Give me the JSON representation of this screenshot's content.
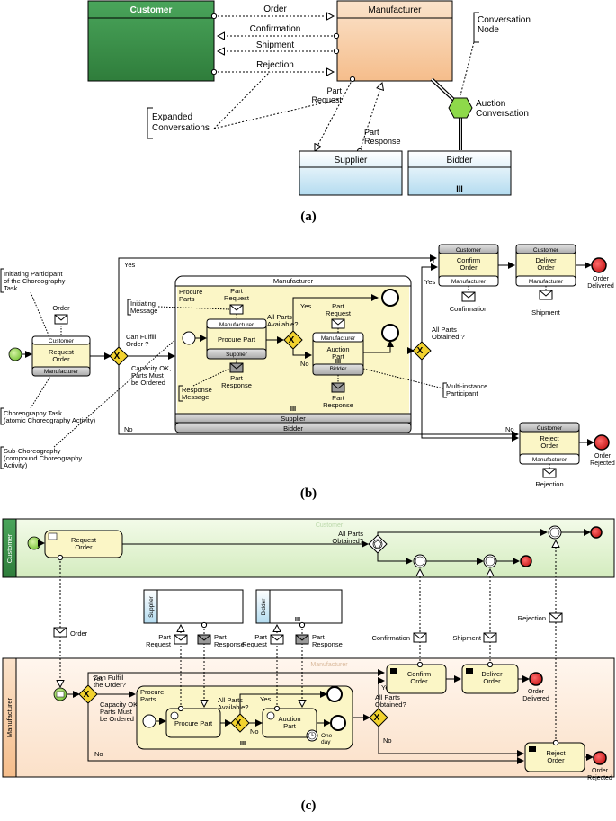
{
  "panel_a": {
    "caption": "(a)",
    "participants": {
      "customer": "Customer",
      "manufacturer": "Manufacturer",
      "supplier": "Supplier",
      "bidder": "Bidder"
    },
    "links": {
      "order": "Order",
      "confirmation": "Confirmation",
      "shipment": "Shipment",
      "rejection": "Rejection",
      "part_request": [
        "Part",
        "Request"
      ],
      "part_response": [
        "Part",
        "Response"
      ]
    },
    "annotations": {
      "conversation_node": [
        "Conversation",
        "Node"
      ],
      "auction_conversation": [
        "Auction",
        "Conversation"
      ],
      "expanded_conversations": [
        "Expanded",
        "Conversations"
      ]
    },
    "multi_instance": "III"
  },
  "panel_b": {
    "caption": "(b)",
    "annotations": {
      "initiating_participant": [
        "Initiating Participant",
        "of the Choreography",
        "Task"
      ],
      "initiating_message": [
        "Initiating",
        "Message"
      ],
      "choreography_task": [
        "Choreography Task",
        "(atomic Choreography Activity)"
      ],
      "sub_choreography": [
        "Sub-Choreography",
        "(compound Choreography",
        "Activity)"
      ],
      "response_message": [
        "Response",
        "Message"
      ],
      "multi_instance_participant": [
        "Multi-instance",
        "Participant"
      ]
    },
    "request_order": {
      "top": "Customer",
      "name": [
        "Request",
        "Order"
      ],
      "bottom": "Manufacturer",
      "msg": "Order"
    },
    "gateway_labels": {
      "can_fulfill": [
        "Can Fulfill",
        "Order ?"
      ],
      "capacity_ok": [
        "Capacity OK,",
        "Parts Must",
        "be Ordered"
      ],
      "yes": "Yes",
      "no": "No"
    },
    "sub": {
      "title": "Manufacturer",
      "procure_parts": [
        "Procure",
        "Parts"
      ],
      "bands": [
        "Supplier",
        "Bidder"
      ],
      "mi": "III"
    },
    "procure_part": {
      "top": "Manufacturer",
      "name": "Procure Part",
      "bottom": "Supplier",
      "msg_in": [
        "Part",
        "Request"
      ],
      "msg_out": [
        "Part",
        "Response"
      ]
    },
    "all_parts_available": [
      "All Parts",
      "Available?"
    ],
    "auction_part": {
      "top": "Manufacturer",
      "name": [
        "Auction",
        "Part"
      ],
      "bottom": "Bidder",
      "mi": "III",
      "msg_in": [
        "Part",
        "Request"
      ],
      "msg_out": [
        "Part",
        "Response"
      ]
    },
    "all_parts_obtained": [
      "All Parts",
      "Obtained ?"
    ],
    "confirm_order": {
      "top": "Customer",
      "name": [
        "Confirm",
        "Order"
      ],
      "bottom": "Manufacturer",
      "msg": "Confirmation"
    },
    "deliver_order": {
      "top": "Customer",
      "name": [
        "Deliver",
        "Order"
      ],
      "bottom": "Manufacturer",
      "msg": "Shipment"
    },
    "reject_order": {
      "top": "Customer",
      "name": [
        "Reject",
        "Order"
      ],
      "bottom": "Manufacturer",
      "msg": "Rejection"
    },
    "end_delivered": [
      "Order",
      "Delivered"
    ],
    "end_rejected": [
      "Order",
      "Rejected"
    ]
  },
  "panel_c": {
    "caption": "(c)",
    "pools": {
      "customer": "Customer",
      "manufacturer": "Manufacturer",
      "supplier": "Supplier",
      "bidder": "Bidder"
    },
    "request_order": [
      "Request",
      "Order"
    ],
    "all_parts_obtained": [
      "All Parts",
      "Obtained?"
    ],
    "messages": {
      "order": "Order",
      "confirmation": "Confirmation",
      "shipment": "Shipment",
      "rejection": "Rejection",
      "part_request": [
        "Part",
        "Request"
      ],
      "part_response": [
        "Part",
        "Response"
      ]
    },
    "can_fulfill": [
      "Can Fulfill",
      "the Order?"
    ],
    "capacity_ok": [
      "Capacity OK,",
      "Parts Must",
      "be Ordered"
    ],
    "yes": "Yes",
    "no": "No",
    "procure_parts": [
      "Procure",
      "Parts"
    ],
    "procure_part": "Procure Part",
    "all_parts_available": [
      "All Parts",
      "Available?"
    ],
    "auction_part": [
      "Auction",
      "Part"
    ],
    "one_day": [
      "One",
      "day"
    ],
    "mi": "III",
    "confirm_order": [
      "Confirm",
      "Order"
    ],
    "deliver_order": [
      "Deliver",
      "Order"
    ],
    "reject_order": [
      "Reject",
      "Order"
    ],
    "end_delivered": [
      "Order",
      "Delivered"
    ],
    "end_rejected": [
      "Order",
      "Rejected"
    ]
  },
  "colors": {
    "green": "#3f8f4a",
    "orange": "#f6c79a",
    "blue": "#bfe2f3",
    "gateway": "#f2d22e",
    "end": "#d9262b",
    "start": "#9bd35a",
    "task": "#fbf6c6",
    "node": "#8ed94a"
  }
}
